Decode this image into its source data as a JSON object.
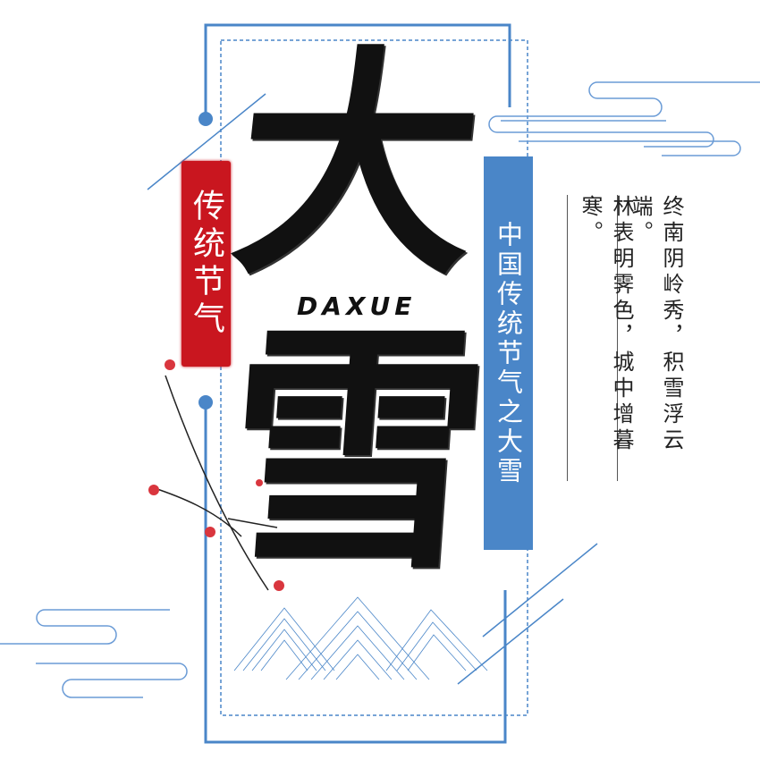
{
  "seal": {
    "text": "传统节气"
  },
  "title": {
    "char1": "大",
    "char2": "雪",
    "pinyin": "DAXUE"
  },
  "subtitle": {
    "text": "中国传统节气之大雪"
  },
  "poem": {
    "lines": [
      "终南阴岭秀，积雪浮云端。",
      "林表明霁色，城中增暮寒。"
    ]
  },
  "colors": {
    "blue": "#4a86c8",
    "red": "#c9161f",
    "ink": "#111111"
  }
}
